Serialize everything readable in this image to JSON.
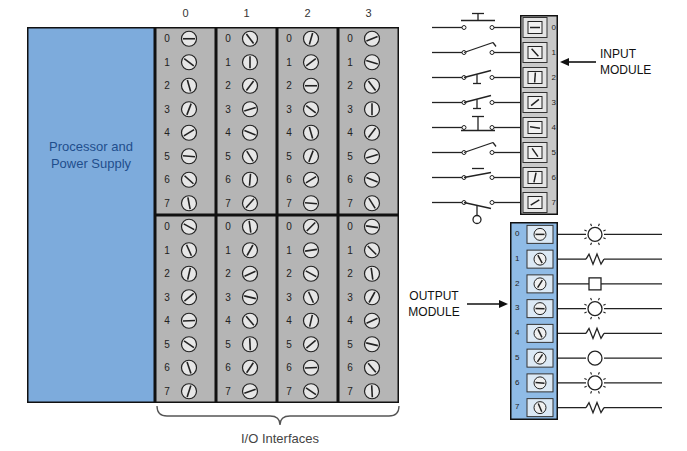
{
  "diagram": {
    "nodes": [
      {
        "text": [
          "Processor and Power Supply"
        ]
      },
      {
        "text": [
          "0",
          "1",
          "2",
          "3",
          "4",
          "5",
          "6",
          "7"
        ]
      },
      {
        "text": [
          "0",
          "1",
          "2",
          "3",
          "4",
          "5",
          "6",
          "7"
        ]
      },
      {
        "text": [
          "0",
          "1",
          "2",
          "3",
          "4",
          "5",
          "6",
          "7"
        ]
      },
      {
        "text": [
          "0",
          "1",
          "2",
          "3",
          "4",
          "5",
          "6",
          "7"
        ]
      },
      {
        "text": [
          "0",
          "1",
          "2",
          "3",
          "4",
          "5",
          "6",
          "7"
        ]
      },
      {
        "text": [
          "0",
          "1",
          "2",
          "3",
          "4",
          "5",
          "6",
          "7"
        ]
      },
      {
        "text": [
          "0",
          "1",
          "2",
          "3",
          "4",
          "5",
          "6",
          "7"
        ]
      },
      {
        "text": [
          "0",
          "1",
          "2",
          "3",
          "4",
          "5",
          "6",
          "7"
        ]
      },
      {
        "text": [
          "0",
          "1",
          "2",
          "3",
          "4",
          "5",
          "6",
          "7"
        ]
      },
      {
        "text": [
          "0",
          "1",
          "2",
          "3",
          "4",
          "5",
          "6",
          "7"
        ]
      }
    ],
    "labels": [
      "0",
      "1",
      "2",
      "3",
      "I/O Interfaces",
      "INPUT MODULE",
      "OUTPUT MODULE"
    ]
  }
}
